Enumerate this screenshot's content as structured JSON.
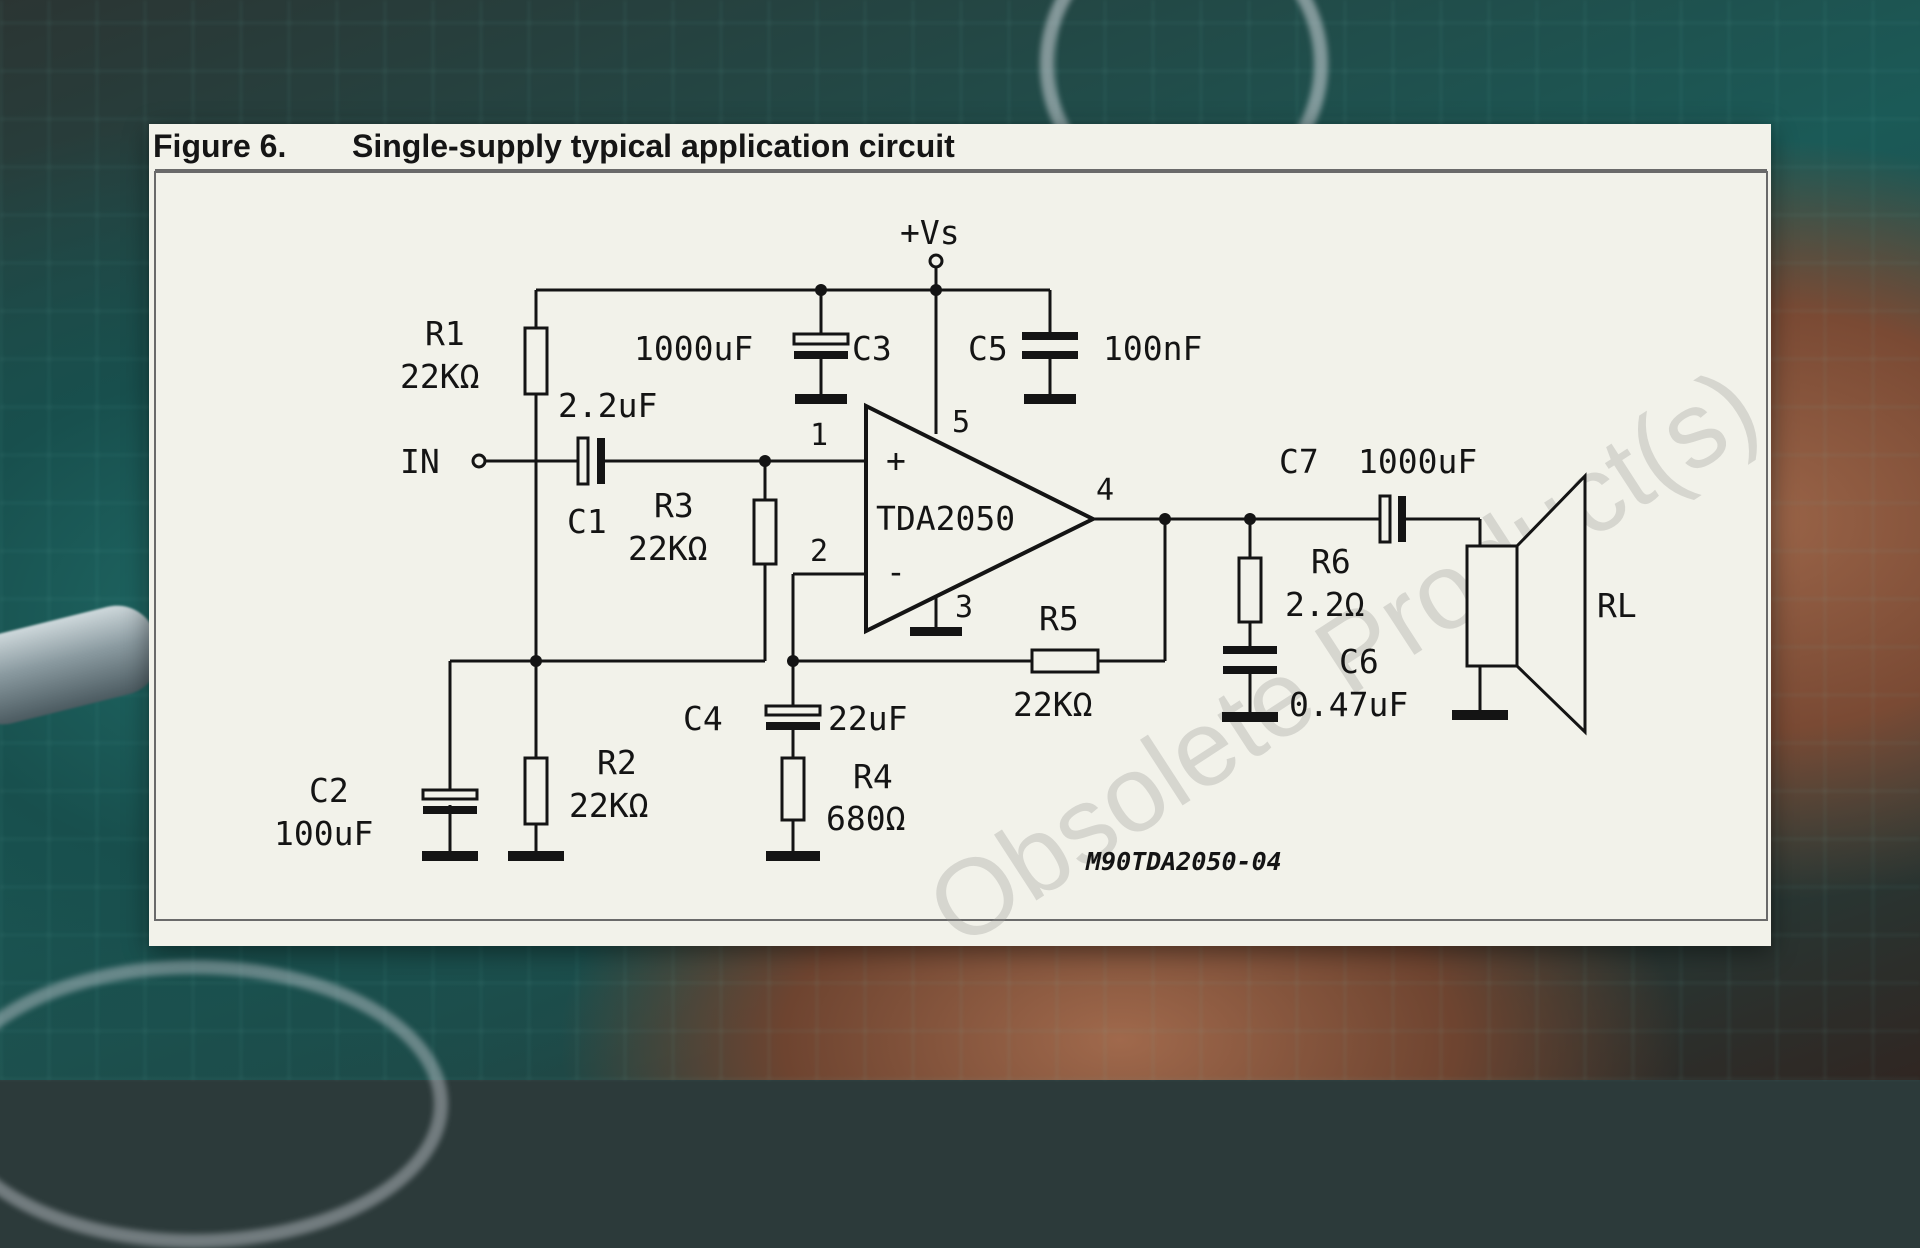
{
  "figure": {
    "number": "Figure 6.",
    "title": "Single-supply typical application circuit",
    "code": "M90TDA2050-04",
    "watermark": "Obsolete Product(s)"
  },
  "labels": {
    "vs": "+Vs",
    "in": "IN",
    "ic": "TDA2050",
    "rl": "RL",
    "plus": "+",
    "minus": "-"
  },
  "pins": {
    "p1": "1",
    "p2": "2",
    "p3": "3",
    "p4": "4",
    "p5": "5"
  },
  "components": {
    "r1": {
      "name": "R1",
      "value": "22KΩ"
    },
    "r2": {
      "name": "R2",
      "value": "22KΩ"
    },
    "r3": {
      "name": "R3",
      "value": "22KΩ"
    },
    "r4": {
      "name": "R4",
      "value": "680Ω"
    },
    "r5": {
      "name": "R5",
      "value": "22KΩ"
    },
    "r6": {
      "name": "R6",
      "value": "2.2Ω"
    },
    "c1": {
      "name": "C1",
      "value": "2.2uF"
    },
    "c2": {
      "name": "C2",
      "value": "100uF"
    },
    "c3": {
      "name": "C3",
      "value": "1000uF"
    },
    "c4": {
      "name": "C4",
      "value": "22uF"
    },
    "c5": {
      "name": "C5",
      "value": "100nF"
    },
    "c6": {
      "name": "C6",
      "value": "0.47uF"
    },
    "c7": {
      "name": "C7",
      "value": "1000uF"
    }
  },
  "colors": {
    "paper": "#f2f2ea",
    "ink": "#141414",
    "frame": "#6a6a6a"
  }
}
